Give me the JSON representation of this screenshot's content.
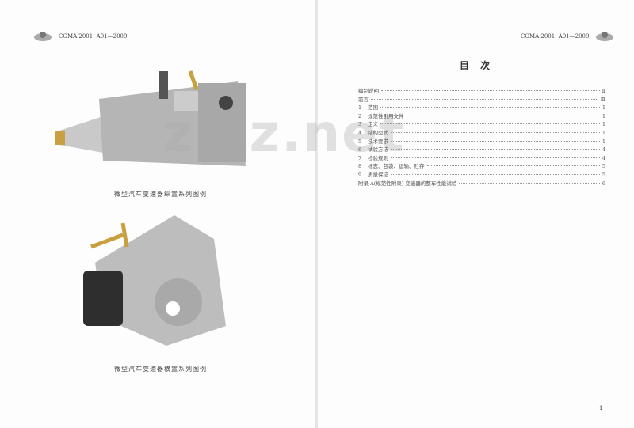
{
  "left_page": {
    "header": "CGMA 2001. A01—2009",
    "figure1_caption": "微型汽车变速器纵置系列图例",
    "figure2_caption": "微型汽车变速器横置系列图例"
  },
  "right_page": {
    "header": "CGMA 2001. A01—2009",
    "toc_title": "目次",
    "toc": [
      {
        "num": "",
        "title": "编制说明",
        "page": "Ⅱ"
      },
      {
        "num": "",
        "title": "前言",
        "page": "Ⅲ"
      },
      {
        "num": "1",
        "title": "范围",
        "page": "1"
      },
      {
        "num": "2",
        "title": "规范性引用文件",
        "page": "1"
      },
      {
        "num": "3",
        "title": "定义",
        "page": "1"
      },
      {
        "num": "4",
        "title": "结构型式",
        "page": "1"
      },
      {
        "num": "5",
        "title": "技术要求",
        "page": "1"
      },
      {
        "num": "6",
        "title": "试验方法",
        "page": "4"
      },
      {
        "num": "7",
        "title": "检验规则",
        "page": "4"
      },
      {
        "num": "8",
        "title": "标志、包装、运输、贮存",
        "page": "5"
      },
      {
        "num": "9",
        "title": "质量保证",
        "page": "5"
      },
      {
        "num": "",
        "title": "附录 A(规范性附录)  变速器的整车性能试验",
        "page": "6"
      }
    ],
    "page_number": "1"
  },
  "watermark": "zixz.net"
}
